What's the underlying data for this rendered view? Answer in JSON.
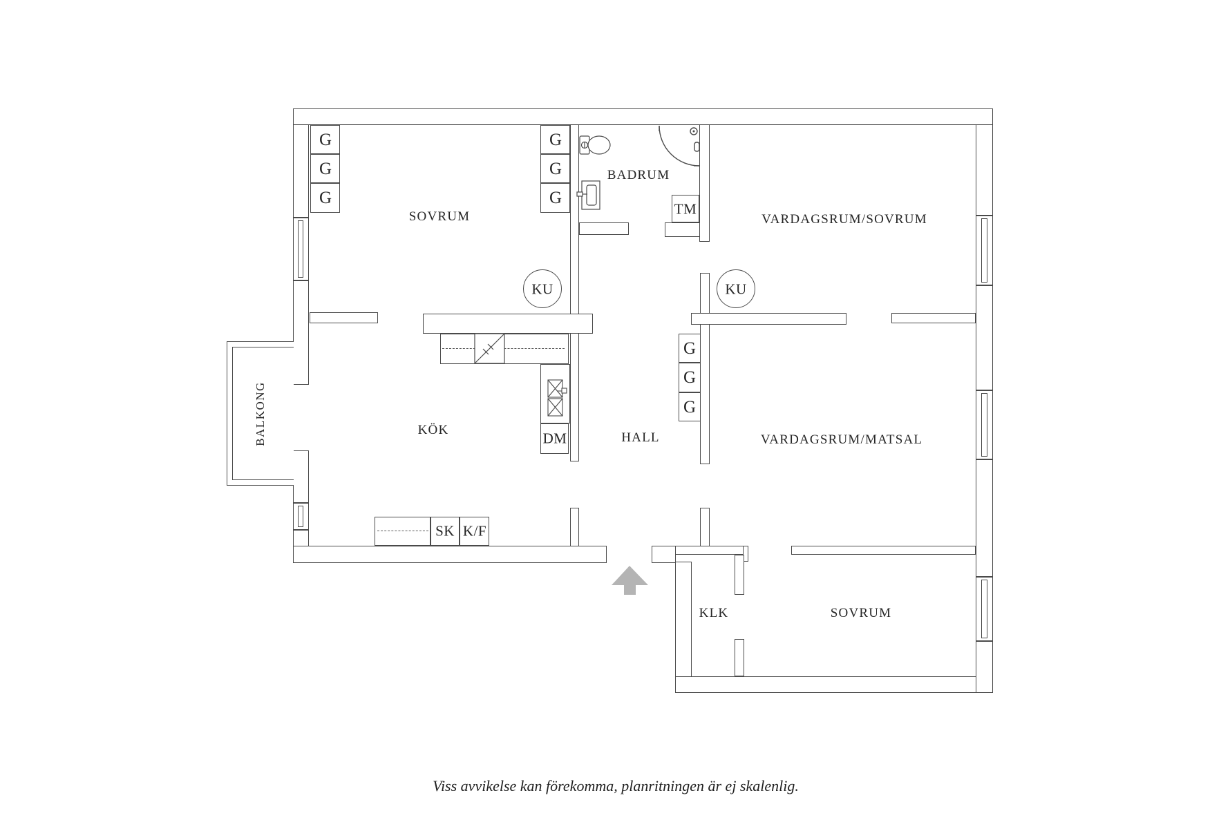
{
  "plan": {
    "rooms": {
      "sovrum_top": "SOVRUM",
      "badrum": "BADRUM",
      "vardagsrum_sovrum": "VARDAGSRUM/SOVRUM",
      "kok": "KÖK",
      "hall": "HALL",
      "vardagsrum_matsal": "VARDAGSRUM/MATSAL",
      "balkong": "BALKONG",
      "klk": "KLK",
      "sovrum_bottom": "SOVRUM"
    },
    "fixtures": {
      "wardrobe": "G",
      "washing_machine": "TM",
      "dishwasher": "DM",
      "cabinet": "SK",
      "fridge_freezer": "K/F",
      "vent": "KU"
    },
    "colors": {
      "line": "#4a4a4a",
      "text": "#262626",
      "arrow": "#b4b4b4",
      "background": "#ffffff"
    }
  },
  "footer": {
    "disclaimer": "Viss avvikelse kan förekomma, planritningen är ej skalenlig."
  }
}
